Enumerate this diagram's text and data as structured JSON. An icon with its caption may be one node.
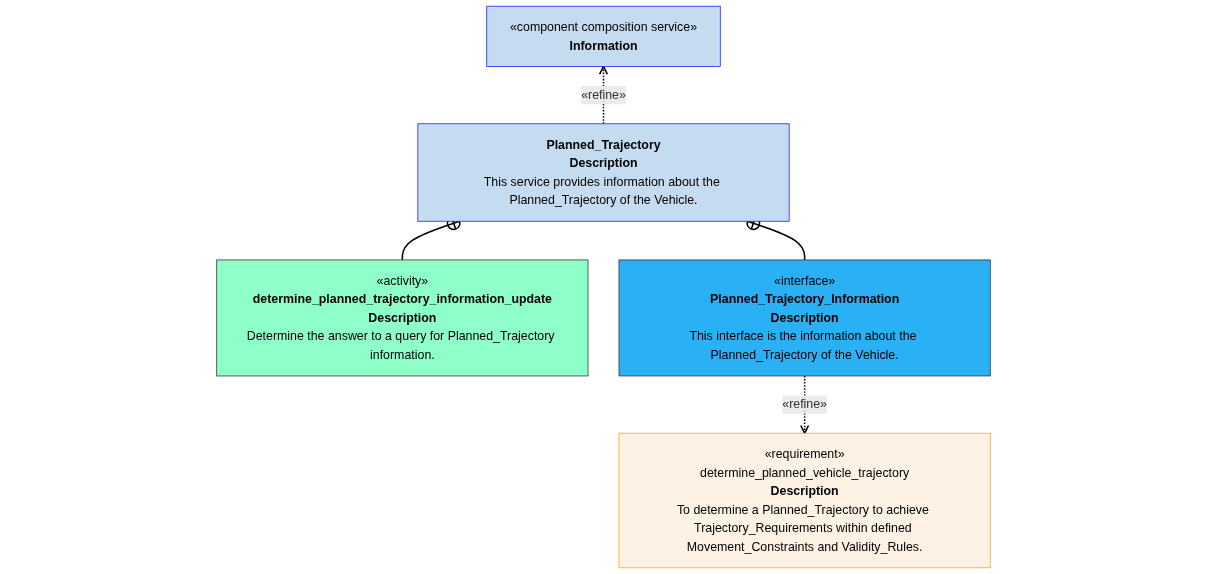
{
  "diagram": {
    "nodes": [
      {
        "text": [
          "«component composition service»",
          "Information"
        ]
      },
      {
        "text": [
          "Planned_Trajectory",
          "Description",
          "This service provides information about the Planned_Trajectory of the Vehicle."
        ]
      },
      {
        "text": [
          "«activity»",
          "determine_planned_trajectory_information_update",
          "Description",
          "Determine the answer to a query for Planned_Trajectory information."
        ]
      },
      {
        "text": [
          "«interface»",
          "Planned_Trajectory_Information",
          "Description",
          "This interface is the information about the Planned_Trajectory of the Vehicle."
        ]
      },
      {
        "text": [
          "«requirement»",
          "determine_planned_vehicle_trajectory",
          "Description",
          "To determine a Planned_Trajectory to achieve Trajectory_Requirements within defined Movement_Constraints and Validity_Rules."
        ]
      }
    ],
    "edges": [
      {
        "from": 1,
        "to": 0,
        "arrow": "to",
        "style": "dashed",
        "label": "«refine»"
      },
      {
        "from": 1,
        "to": 2,
        "arrow": "other"
      },
      {
        "from": 1,
        "to": 3,
        "arrow": "other"
      },
      {
        "from": 3,
        "to": 4,
        "arrow": "to",
        "style": "dashed",
        "label": "«refine»"
      }
    ]
  }
}
